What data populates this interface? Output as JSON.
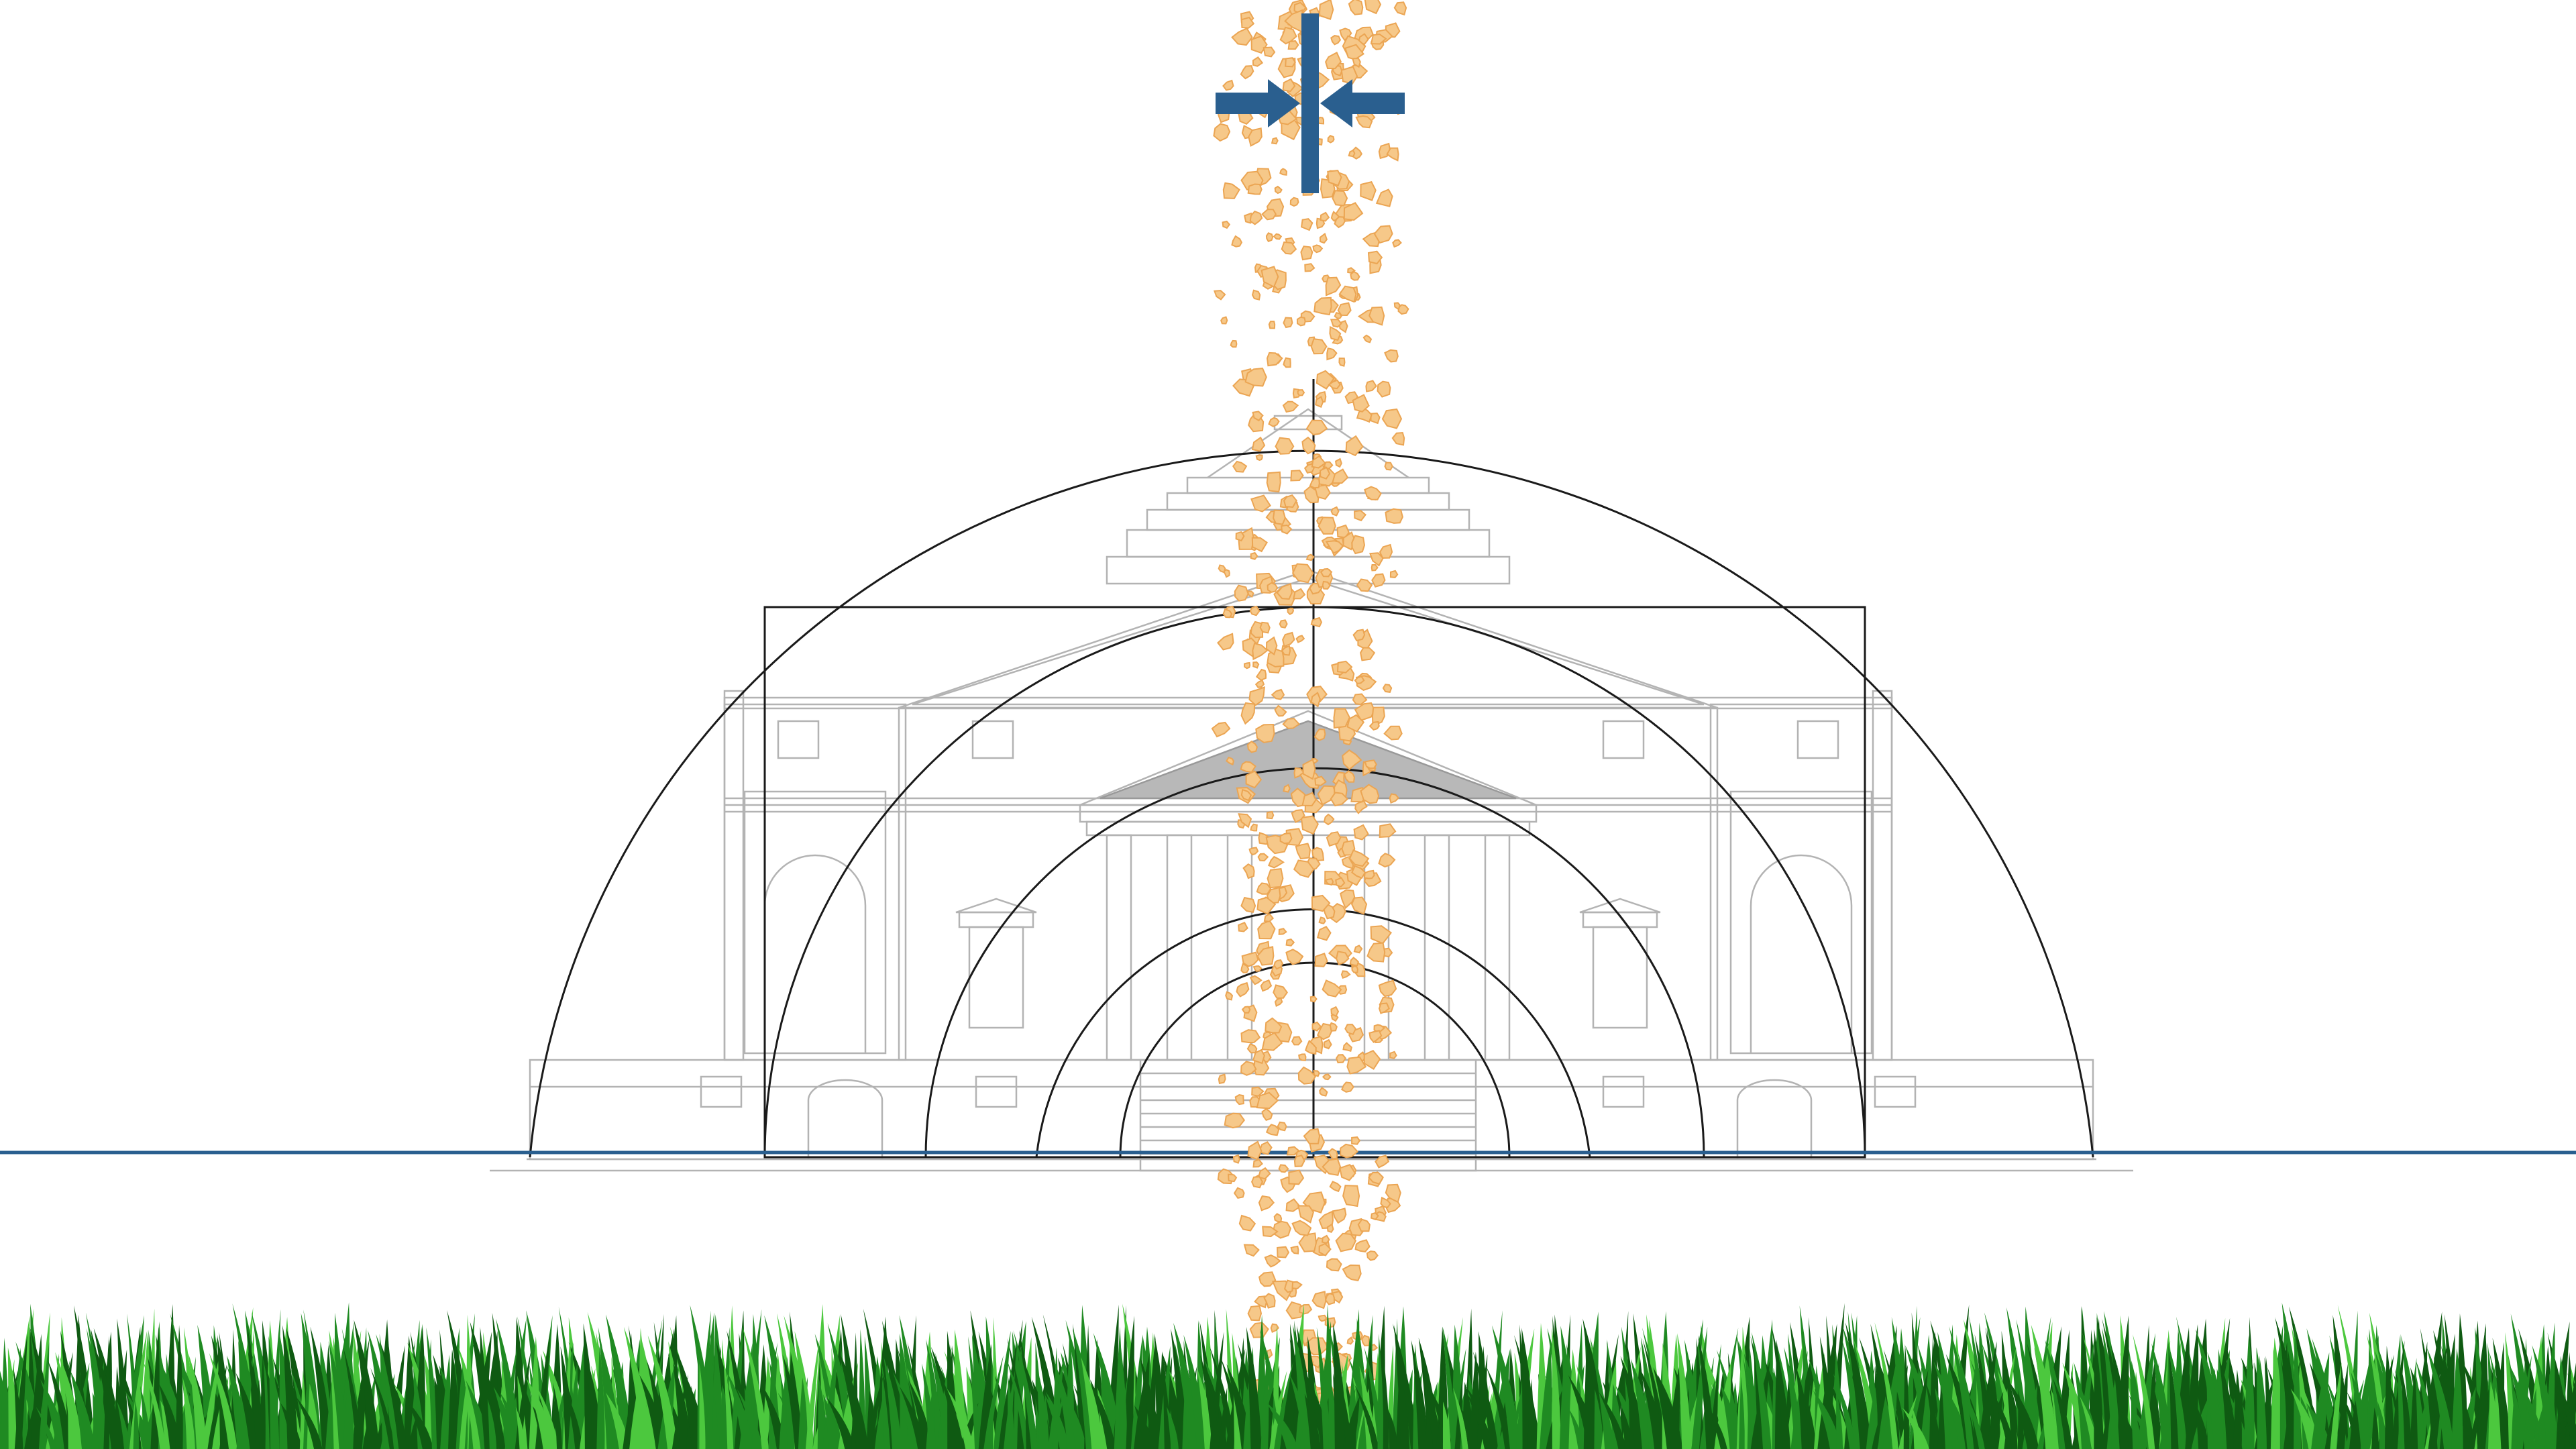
{
  "colors": {
    "background": "#ffffff",
    "arc_stroke": "#1a1a1a",
    "villa_stroke": "#b3b3b3",
    "pediment_fill": "#b8b8b8",
    "ground_line": "#2a5f8f",
    "arrow_fill": "#2a5f8f",
    "grain_fill": "#f6c889",
    "grain_edge": "#eba553",
    "grass_dark": "#0f5a12",
    "grass_mid": "#1f8a22",
    "grass_light": "#4cc83e"
  },
  "icons": {
    "compress": "compress-arrows-icon"
  },
  "diagram": {
    "arcs_count": 5,
    "concentric_semicircles": true,
    "elevation": "villa-facade-elevation",
    "particle_column": "falling-grain-column",
    "ground": "grass-strip"
  }
}
